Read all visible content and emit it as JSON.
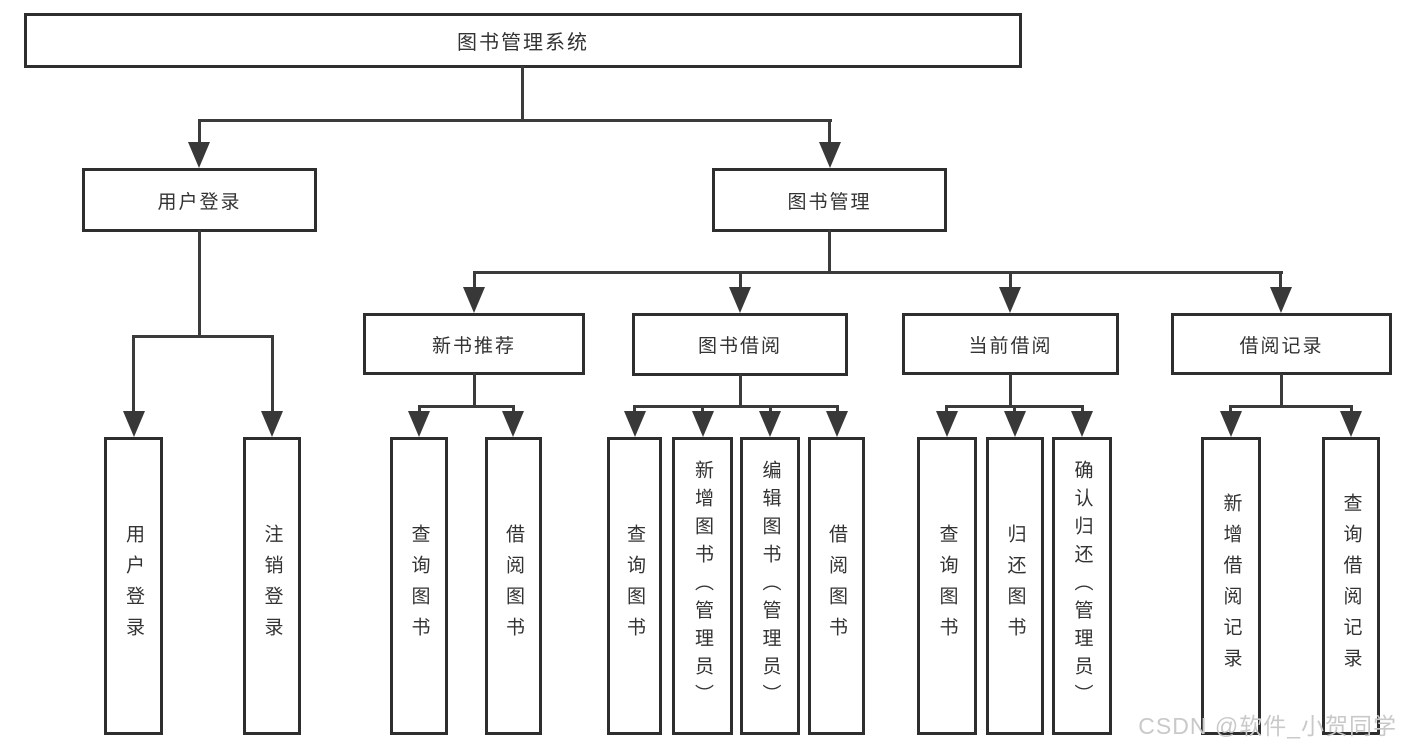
{
  "tree": {
    "root": "图书管理系统",
    "branches": [
      {
        "label": "用户登录",
        "children": [
          "用户登录",
          "注销登录"
        ]
      },
      {
        "label": "图书管理",
        "children": [
          {
            "label": "新书推荐",
            "children": [
              "查询图书",
              "借阅图书"
            ]
          },
          {
            "label": "图书借阅",
            "children": [
              "查询图书",
              "新增图书（管理员）",
              "编辑图书（管理员）",
              "借阅图书"
            ]
          },
          {
            "label": "当前借阅",
            "children": [
              "查询图书",
              "归还图书",
              "确认归还（管理员）"
            ]
          },
          {
            "label": "借阅记录",
            "children": [
              "新增借阅记录",
              "查询借阅记录"
            ]
          }
        ]
      }
    ]
  },
  "watermark": {
    "text": "CSDN @软件_小贺同学"
  },
  "colors": {
    "background": "#ffffff",
    "box_border": "#2e2e2e",
    "line": "#3b3b3b",
    "text": "#333333",
    "watermark": "#c9c9c9"
  }
}
